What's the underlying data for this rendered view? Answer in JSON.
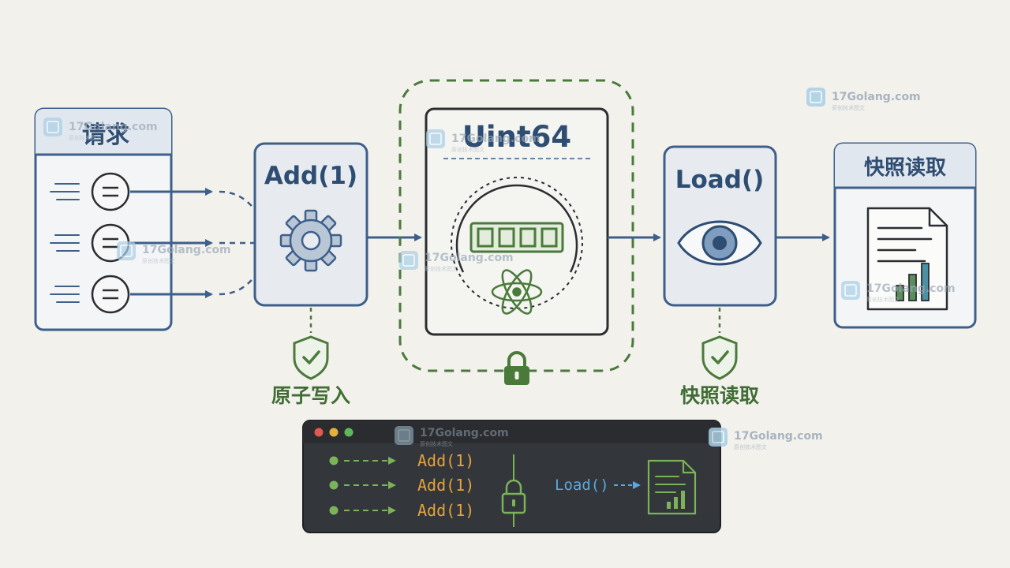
{
  "colors": {
    "blue": "#3d5f8a",
    "dark_blue": "#2e4d72",
    "green": "#4a7a3a",
    "panel_fill": "#e7ebf0",
    "terminal_bg": "#33363a",
    "orange": "#e6a23c",
    "terminal_green": "#7cb35a",
    "terminal_blue": "#5aa8e0"
  },
  "request_panel": {
    "title": "请求"
  },
  "add_panel": {
    "title": "Add(1)",
    "icon": "gear-icon"
  },
  "uint64_panel": {
    "title": "Uint64",
    "icons": [
      "register-icon",
      "atom-icon",
      "lock-icon"
    ]
  },
  "load_panel": {
    "title": "Load()",
    "icon": "eye-icon"
  },
  "snapshot_panel": {
    "title": "快照读取",
    "icon": "report-document-icon"
  },
  "labels": {
    "atomic_write": "原子写入",
    "snapshot_read": "快照读取"
  },
  "terminal": {
    "ops": [
      "Add(1)",
      "Add(1)",
      "Add(1)"
    ],
    "load": "Load()"
  },
  "watermark": {
    "text": "17Golang.com",
    "sub": "原创技术图文"
  }
}
